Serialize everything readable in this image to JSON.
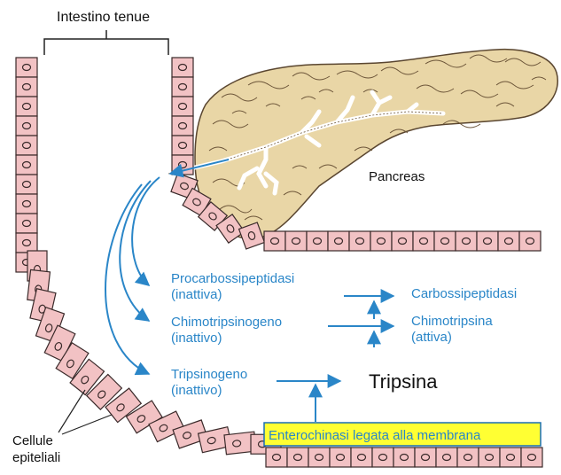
{
  "colors": {
    "cell_fill": "#f2c2c4",
    "cell_stroke": "#3a2a2a",
    "pancreas_fill": "#e9d6a6",
    "pancreas_stroke": "#5a4630",
    "duct_fill": "#ffffff",
    "arrow": "#2a86c8",
    "blue_text": "#2a86c8",
    "highlight_fill": "#ffff33",
    "highlight_border": "#1a6fb3",
    "black_text": "#111111"
  },
  "labels": {
    "intestine": "Intestino tenue",
    "pancreas": "Pancreas",
    "epithelial_line1": "Cellule",
    "epithelial_line2": "epiteliali",
    "procarb_line1": "Procarbossipeptidasi",
    "procarb_line2": "(inattiva)",
    "chymo_line1": "Chimotripsinogeno",
    "chymo_line2": "(inattivo)",
    "trypsinogen_line1": "Tripsinogeno",
    "trypsinogen_line2": "(inattivo)",
    "carboxy": "Carbossipeptidasi",
    "chymotrypsin_line1": "Chimotripsina",
    "chymotrypsin_line2": "(attiva)",
    "trypsin": "Tripsina",
    "enterokinase": "Enterochinasi legata alla membrana"
  }
}
